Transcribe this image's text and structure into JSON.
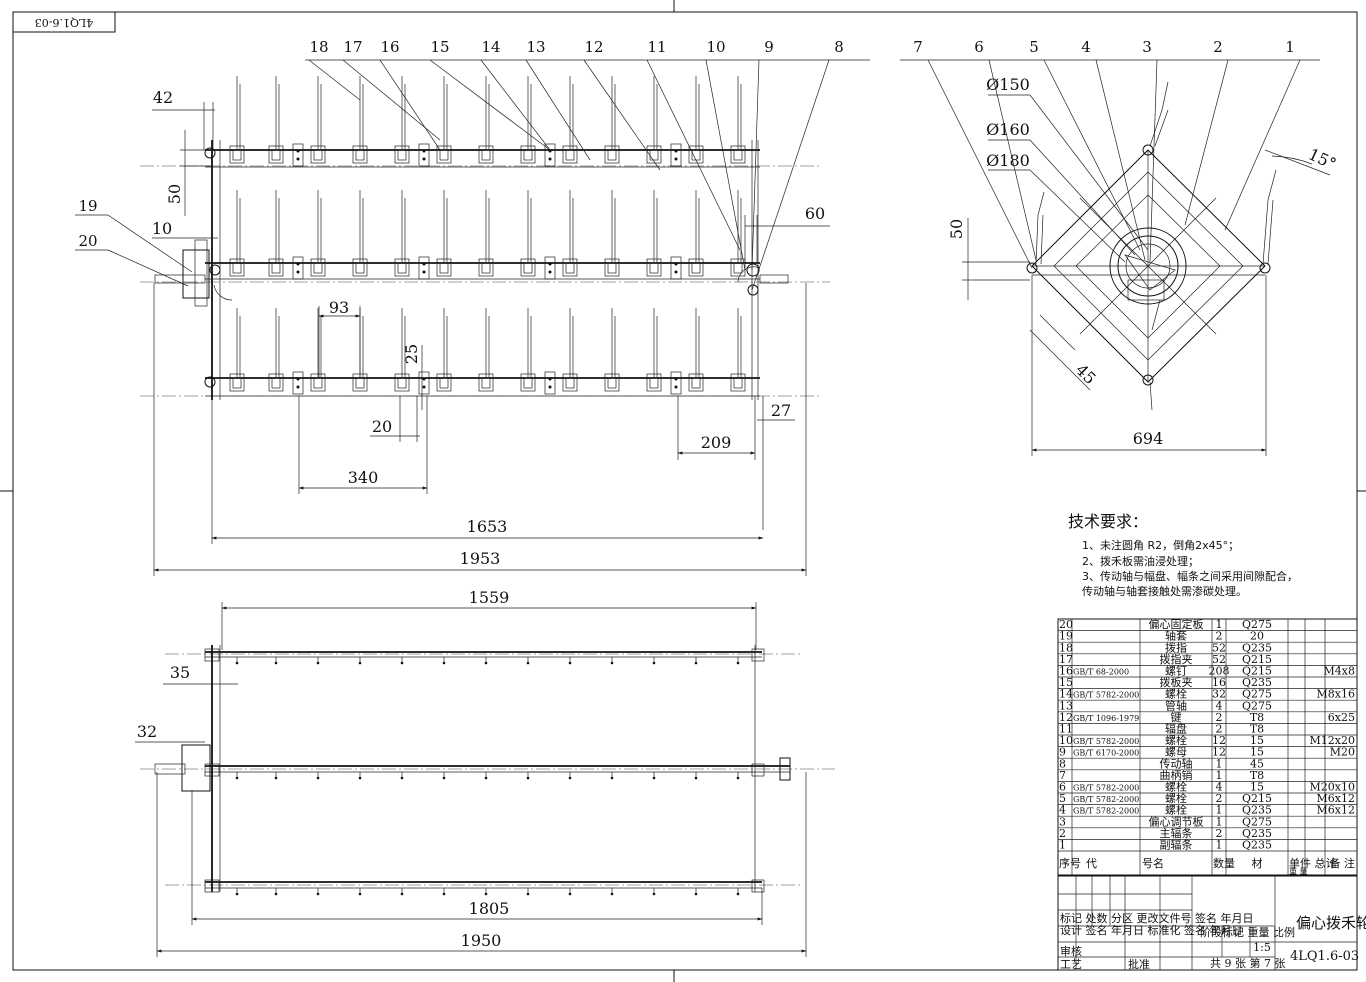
{
  "drawing": {
    "code_stamp": "4LQ1.6-03",
    "drawing_no": "4LQ1.6-03",
    "title": "偏心拨禾轮",
    "scale": "1:5",
    "sheet_info": "共 9 张 第 7 张"
  },
  "balloons_top": [
    "18",
    "17",
    "16",
    "15",
    "14",
    "13",
    "12",
    "11",
    "10",
    "9",
    "8",
    "7",
    "6",
    "5",
    "4",
    "3",
    "2",
    "1"
  ],
  "balloons_left": [
    "19",
    "20"
  ],
  "dims_front": {
    "d42": "42",
    "d50": "50",
    "d10": "10",
    "d60": "60",
    "d93": "93",
    "d25": "25",
    "d20": "20",
    "d27": "27",
    "d209": "209",
    "d340": "340",
    "d1653": "1653",
    "d1953": "1953"
  },
  "dims_side": {
    "phi150": "Ø150",
    "phi160": "Ø160",
    "phi180": "Ø180",
    "d50": "50",
    "d45": "45",
    "angle15": "15°",
    "d694": "694"
  },
  "dims_top": {
    "d1559": "1559",
    "d35": "35",
    "d32": "32",
    "d1805": "1805",
    "d1950": "1950"
  },
  "tech_requirements": {
    "title": "技术要求：",
    "lines": [
      "1、未注圆角 R2，倒角2x45°；",
      "2、拨禾板需油浸处理；",
      "3、传动轴与幅盘、幅条之间采用间隙配合，",
      "传动轴与轴套接触处需渗碳处理。"
    ]
  },
  "bom": [
    {
      "no": "20",
      "code": "",
      "name": "偏心固定板",
      "qty": "1",
      "mat": "Q275",
      "note": ""
    },
    {
      "no": "19",
      "code": "",
      "name": "轴套",
      "qty": "2",
      "mat": "20",
      "note": ""
    },
    {
      "no": "18",
      "code": "",
      "name": "拨指",
      "qty": "52",
      "mat": "Q235",
      "note": ""
    },
    {
      "no": "17",
      "code": "",
      "name": "拨指夹",
      "qty": "52",
      "mat": "Q215",
      "note": ""
    },
    {
      "no": "16",
      "code": "GB/T 68-2000",
      "name": "螺钉",
      "qty": "208",
      "mat": "Q215",
      "note": "M4x8"
    },
    {
      "no": "15",
      "code": "",
      "name": "拨板夹",
      "qty": "16",
      "mat": "Q235",
      "note": ""
    },
    {
      "no": "14",
      "code": "GB/T 5782-2000",
      "name": "螺栓",
      "qty": "32",
      "mat": "Q275",
      "note": "M8x16"
    },
    {
      "no": "13",
      "code": "",
      "name": "管轴",
      "qty": "4",
      "mat": "Q275",
      "note": ""
    },
    {
      "no": "12",
      "code": "GB/T 1096-1979",
      "name": "键",
      "qty": "2",
      "mat": "T8",
      "note": "6x25"
    },
    {
      "no": "11",
      "code": "",
      "name": "辐盘",
      "qty": "2",
      "mat": "T8",
      "note": ""
    },
    {
      "no": "10",
      "code": "GB/T 5782-2000",
      "name": "螺栓",
      "qty": "12",
      "mat": "15",
      "note": "M12x20"
    },
    {
      "no": "9",
      "code": "GB/T 6170-2000",
      "name": "螺母",
      "qty": "12",
      "mat": "15",
      "note": "M20"
    },
    {
      "no": "8",
      "code": "",
      "name": "传动轴",
      "qty": "1",
      "mat": "45",
      "note": ""
    },
    {
      "no": "7",
      "code": "",
      "name": "曲柄销",
      "qty": "1",
      "mat": "T8",
      "note": ""
    },
    {
      "no": "6",
      "code": "GB/T 5782-2000",
      "name": "螺栓",
      "qty": "4",
      "mat": "15",
      "note": "M20x10"
    },
    {
      "no": "5",
      "code": "GB/T 5782-2000",
      "name": "螺栓",
      "qty": "2",
      "mat": "Q215",
      "note": "M6x12"
    },
    {
      "no": "4",
      "code": "GB/T 5782-2000",
      "name": "螺栓",
      "qty": "1",
      "mat": "Q235",
      "note": "M6x12"
    },
    {
      "no": "3",
      "code": "",
      "name": "偏心调节板",
      "qty": "1",
      "mat": "Q275",
      "note": ""
    },
    {
      "no": "2",
      "code": "",
      "name": "主辐条",
      "qty": "2",
      "mat": "Q235",
      "note": ""
    },
    {
      "no": "1",
      "code": "",
      "name": "副辐条",
      "qty": "1",
      "mat": "Q235",
      "note": ""
    }
  ],
  "bom_header": {
    "no": "序号",
    "code": "代",
    "name": "号名",
    "qty": "数量",
    "mat": "材",
    "weight": "单件 总计",
    "weight2": "重 量",
    "note": "备 注"
  },
  "title_block": {
    "row1": "标记 处数 分区 更改文件号 签名 年月日",
    "row2": "设计 签名 年月日 标准化 签名 年月日",
    "stage": "阶段标记 重量 比例",
    "check": "审核",
    "craft": "工艺",
    "approve": "批准"
  }
}
